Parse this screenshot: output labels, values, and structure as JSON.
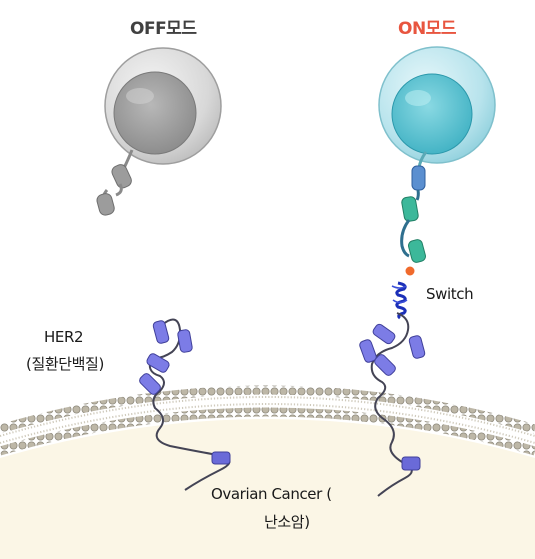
{
  "titles": {
    "off_mode": "OFF모드",
    "on_mode": "ON모드",
    "on_mode_color": "#e8553f"
  },
  "labels": {
    "her2_line1": "HER2",
    "her2_line2": "(질환단백질)",
    "switch": "Switch",
    "cancer_line1": "Ovarian Cancer (",
    "cancer_line2": "난소암)"
  },
  "colors": {
    "off_cell": "#a9a9a9",
    "on_cell": "#6fcad6",
    "receptor_blue": "#5b8fd0",
    "receptor_green": "#3cb89a",
    "her2_domain": "#7c7ce6",
    "switch_dot": "#f06a2c",
    "membrane_head": "#b8b3a4",
    "cancer_cell": "#fbf6e6"
  }
}
